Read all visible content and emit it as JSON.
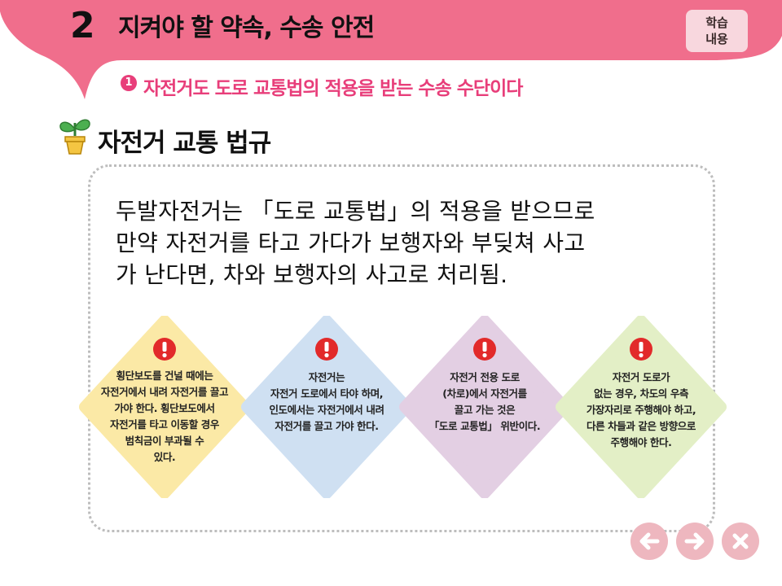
{
  "header": {
    "chapter_number": "2",
    "chapter_title": "지켜야 할 약속, 수송 안전",
    "study_button": {
      "line1": "학습",
      "line2": "내용"
    },
    "subtopic_number": "1",
    "subtopic_title": "자전거도 도로 교통법의 적용을 받는 수송 수단이다"
  },
  "section": {
    "title": "자전거 교통 법규",
    "icon": "sprout-pot-icon"
  },
  "body": {
    "lines": [
      "두발자전거는 「도로 교통법」의 적용을 받으므로",
      "만약 자전거를 타고 가다가 보행자와 부딪쳐 사고",
      "가 난다면, 차와 보행자의 사고로 처리됨."
    ]
  },
  "rules": [
    {
      "color": "#fbe9a6",
      "icon": "exclamation-icon",
      "lines": [
        "횡단보도를 건널 때에는",
        "자전거에서 내려 자전거를 끌고",
        "가야 한다. 횡단보도에서",
        "자전거를 타고 이동할 경우",
        "범칙금이 부과될 수",
        "있다."
      ]
    },
    {
      "color": "#cfe0f2",
      "icon": "exclamation-icon",
      "lines": [
        "자전거는",
        "자전거 도로에서 타야 하며,",
        "인도에서는 자전거에서 내려",
        "자전거를 끌고 가야 한다."
      ]
    },
    {
      "color": "#e3cfe3",
      "icon": "exclamation-icon",
      "lines": [
        "자전거 전용 도로",
        "(차로)에서 자전거를",
        "끌고 가는 것은",
        "「도로 교통법」 위반이다."
      ]
    },
    {
      "color": "#e3efc6",
      "icon": "exclamation-icon",
      "lines": [
        "자전거 도로가",
        "없는 경우, 차도의 우측",
        "가장자리로 주행해야 하고,",
        "다른 차들과 같은 방향으로",
        "주행해야 한다."
      ]
    }
  ],
  "nav": {
    "prev_icon": "arrow-left-icon",
    "next_icon": "arrow-right-icon",
    "close_icon": "close-icon"
  },
  "colors": {
    "header_pink": "#f06e8c",
    "accent_pink": "#e83e7a",
    "nav_button": "#eeb7bf",
    "warning_red": "#e22a2a"
  }
}
